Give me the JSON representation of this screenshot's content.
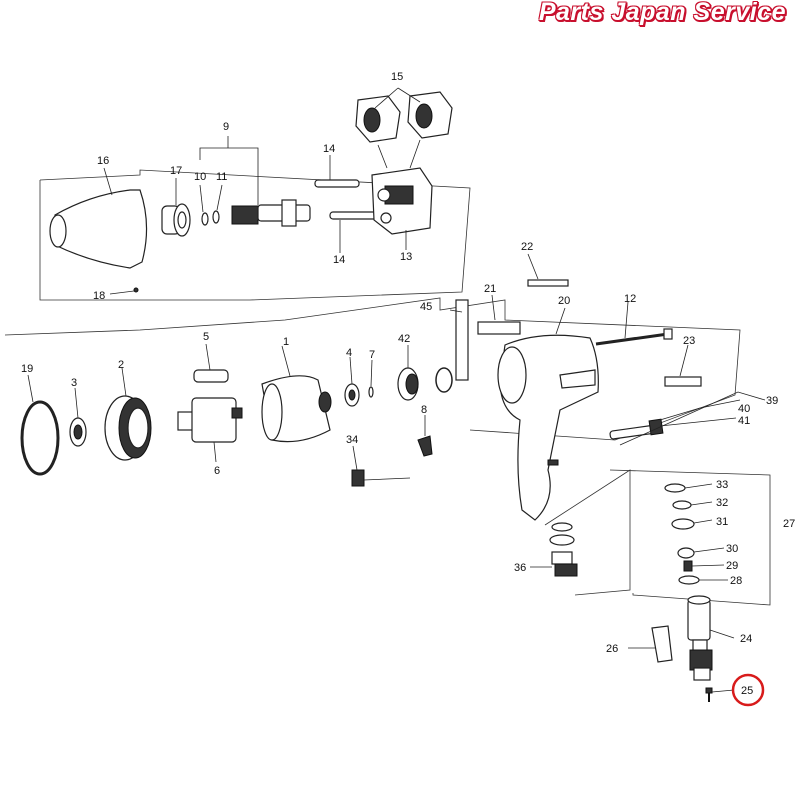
{
  "brand": {
    "text": "Parts Japan Service",
    "color": "#c8102e"
  },
  "labels": [
    "1",
    "2",
    "3",
    "4",
    "5",
    "6",
    "7",
    "8",
    "9",
    "10",
    "11",
    "12",
    "13",
    "14",
    "15",
    "16",
    "17",
    "18",
    "19",
    "20",
    "21",
    "22",
    "23",
    "24",
    "25",
    "26",
    "27",
    "28",
    "29",
    "30",
    "31",
    "32",
    "33",
    "34",
    "36",
    "39",
    "40",
    "41",
    "42",
    "45"
  ],
  "highlight": {
    "label": "25",
    "color": "#d81b1b"
  }
}
